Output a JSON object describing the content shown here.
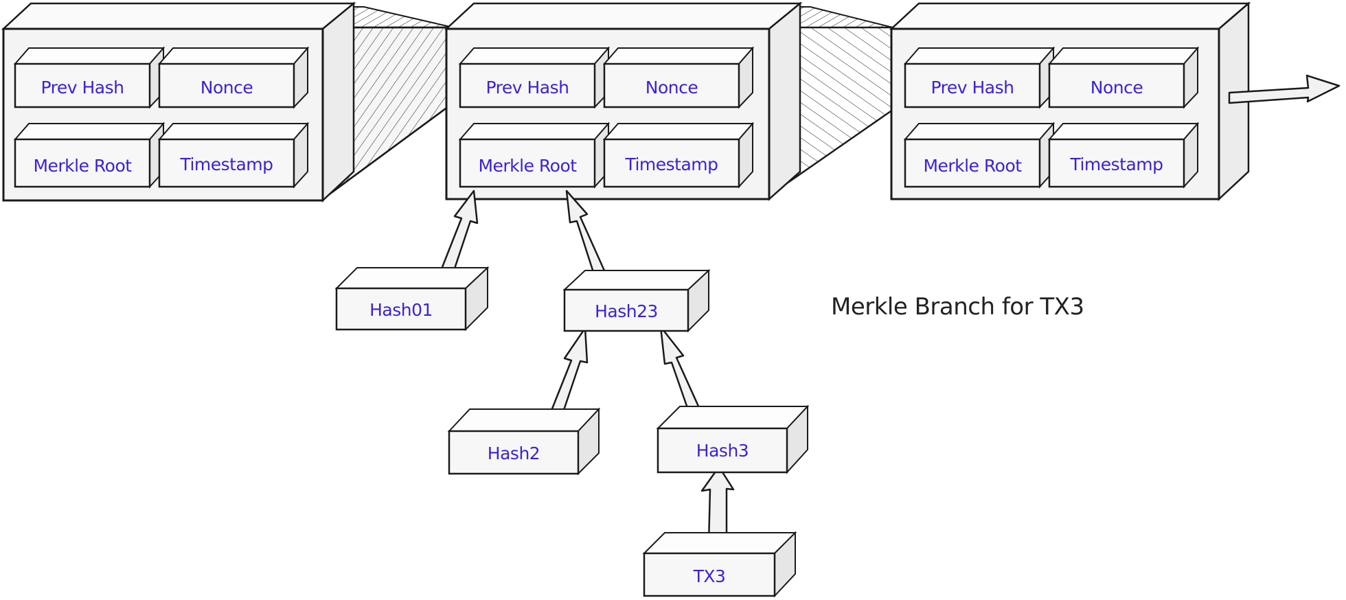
{
  "blocks": [
    {
      "prev_hash": "Prev Hash",
      "nonce": "Nonce",
      "merkle_root": "Merkle Root",
      "timestamp": "Timestamp"
    },
    {
      "prev_hash": "Prev Hash",
      "nonce": "Nonce",
      "merkle_root": "Merkle Root",
      "timestamp": "Timestamp"
    },
    {
      "prev_hash": "Prev Hash",
      "nonce": "Nonce",
      "merkle_root": "Merkle Root",
      "timestamp": "Timestamp"
    }
  ],
  "merkle_tree": {
    "hash01": "Hash01",
    "hash23": "Hash23",
    "hash2": "Hash2",
    "hash3": "Hash3",
    "tx3": "TX3"
  },
  "caption": "Merkle Branch for TX3",
  "colors": {
    "label": "#3a22d8",
    "outline": "#1a1a1a",
    "fill": "#f4f4f4"
  }
}
